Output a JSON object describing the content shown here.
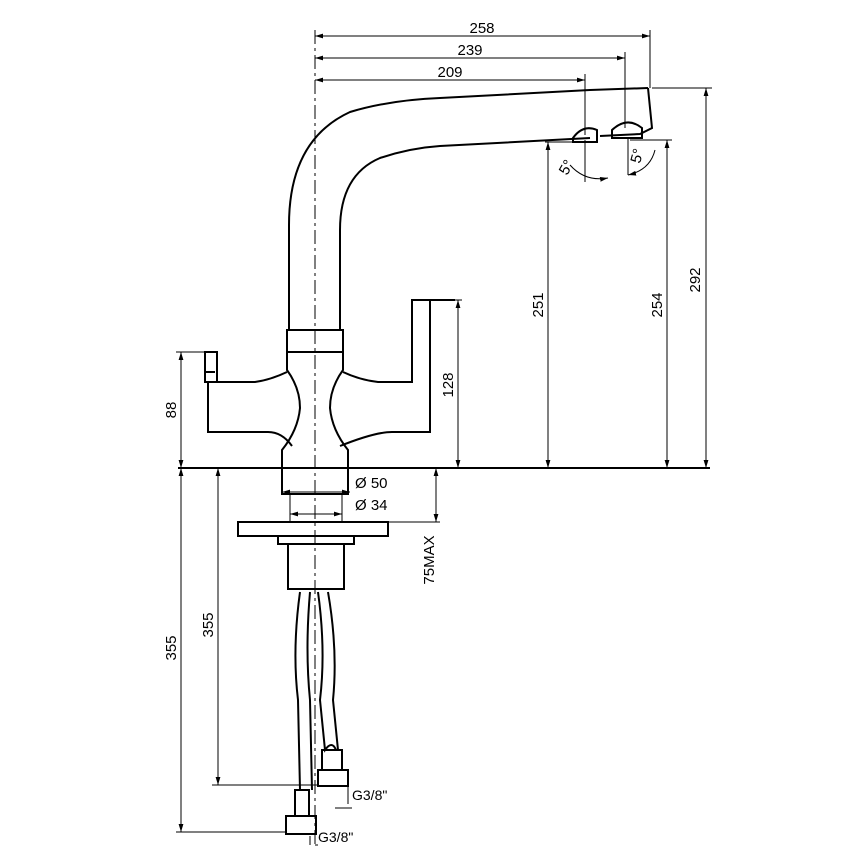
{
  "drawing": {
    "dimensions": {
      "width_258": "258",
      "width_239": "239",
      "width_209": "209",
      "height_292": "292",
      "height_254": "254",
      "height_251": "251",
      "height_128": "128",
      "height_88": "88",
      "base_dia_50": "Ø 50",
      "base_dia_34": "Ø 34",
      "deck_max": "75MAX",
      "hose_len_outer": "355",
      "hose_len_inner": "355",
      "thread_upper": "G3/8\"",
      "thread_lower": "G3/8\"",
      "angle_left": "5°",
      "angle_right": "5°"
    }
  }
}
